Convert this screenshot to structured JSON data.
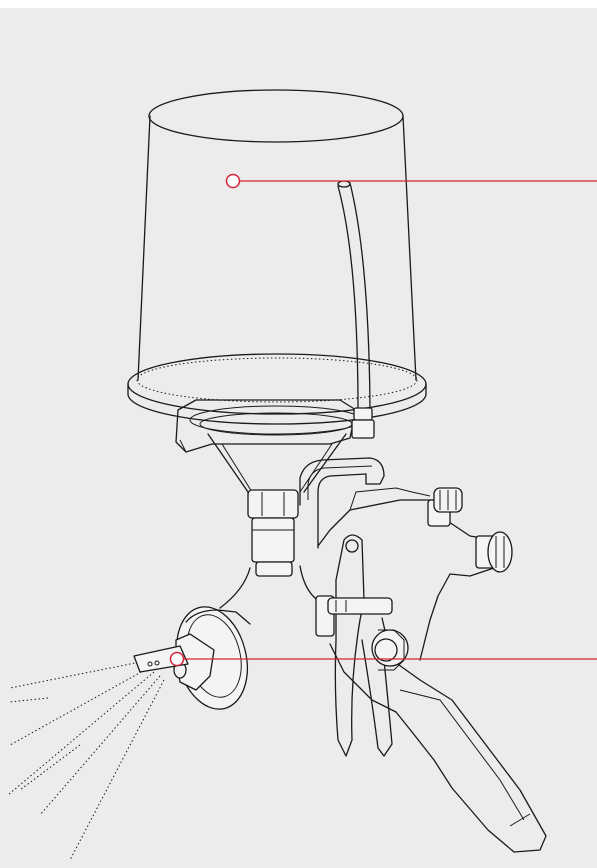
{
  "diagram": {
    "subject": "gravity-feed-spray-gun",
    "ink_color": "#1a1a1a",
    "background_color": "#ececec",
    "accent_color": "#d6233a",
    "callouts": [
      {
        "id": "paint-cup",
        "label": ""
      },
      {
        "id": "spray-nozzle",
        "label": ""
      }
    ]
  }
}
